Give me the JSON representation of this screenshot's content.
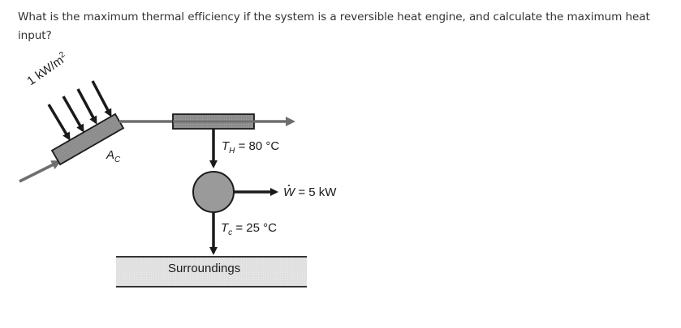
{
  "question": {
    "line1": "What is the maximum thermal efficiency if the system is a reversible heat engine, and calculate the maximum heat",
    "line2": "input?"
  },
  "diagram": {
    "solar_flux_label": "1 kW/m",
    "solar_flux_exponent": "2",
    "collector_label": "A",
    "collector_subscript": "C",
    "hot_temp_symbol": "T",
    "hot_temp_subscript": "H",
    "hot_temp_value": " = 80 °C",
    "work_symbol": "W",
    "work_value": " = 5 kW",
    "cold_temp_symbol": "T",
    "cold_temp_subscript": "c",
    "cold_temp_value": " = 25 °C",
    "surroundings_label": "Surroundings"
  },
  "colors": {
    "text": "#333333",
    "line_dark": "#1a1a1a",
    "pipe_gray": "#6e6e6e",
    "plate_fill": "#8c8c8c",
    "engine_fill": "#9a9a9a",
    "surroundings_fill": "#e2e2e2"
  }
}
